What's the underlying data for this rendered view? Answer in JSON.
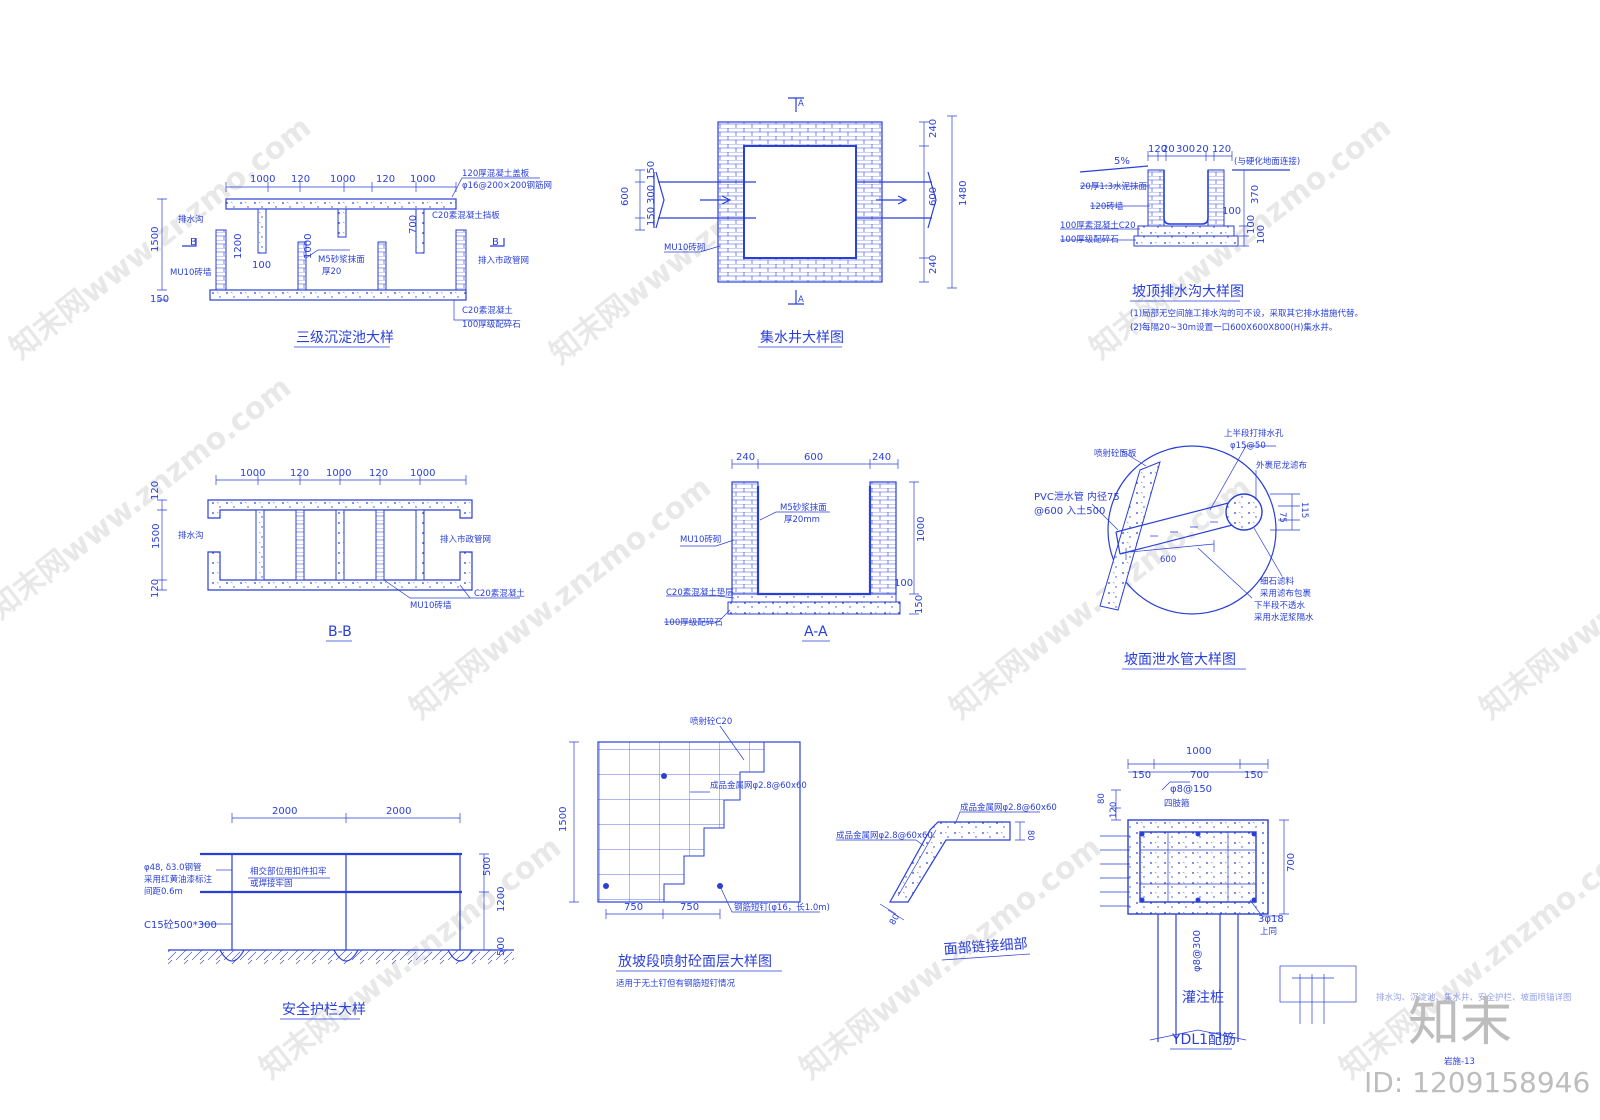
{
  "sheet_no": "岩施-13",
  "watermark": {
    "text": "知末网www.znzmo.com",
    "logo": "知末",
    "id_text": "ID: 1209158946"
  },
  "partial_note": "排水沟、沉淀池、集水井、安全护栏、坡面喷锚详图",
  "details": {
    "tank_plan": {
      "title": "三级沉淀池大样",
      "dims": [
        "1000",
        "120",
        "1000",
        "120",
        "1000",
        "1500",
        "150",
        "1200",
        "100",
        "1000",
        "700"
      ],
      "labels": [
        "120厚混凝土盖板",
        "φ16@200×200钢筋网",
        "C20素混凝土挡板",
        "排水沟",
        "M5砂浆抹面",
        "厚20",
        "MU10砖墙",
        "排入市政管网",
        "C20素混凝土",
        "100厚级配碎石"
      ],
      "markers": [
        "B",
        "B"
      ]
    },
    "tank_section": {
      "title": "B-B",
      "dims": [
        "1000",
        "120",
        "1000",
        "120",
        "1000",
        "120",
        "1500",
        "120"
      ],
      "labels": [
        "排水沟",
        "排入市政管网",
        "MU10砖墙",
        "C20素混凝土"
      ]
    },
    "well_plan": {
      "title": "集水井大样图",
      "dims": [
        "150",
        "300",
        "150",
        "600",
        "240",
        "600",
        "1480",
        "240"
      ],
      "labels": [
        "MU10砖砌"
      ],
      "markers": [
        "A",
        "A"
      ]
    },
    "well_section": {
      "title": "A-A",
      "dims": [
        "240",
        "600",
        "240",
        "1000",
        "100",
        "150"
      ],
      "labels": [
        "M5砂浆抹面",
        "厚20mm",
        "MU10砖砌",
        "C20素混凝土垫层",
        "100厚级配碎石"
      ]
    },
    "ditch": {
      "title": "坡顶排水沟大样图",
      "dims": [
        "120",
        "20",
        "300",
        "20",
        "120",
        "5%",
        "370",
        "100",
        "100",
        "100"
      ],
      "labels": [
        "(与硬化地面连接)",
        "20厚1:3水泥抹面",
        "120砖墙",
        "100厚素混凝土C20",
        "100厚级配碎石"
      ],
      "notes": [
        "(1)局部无空间施工排水沟的可不设，采取其它排水措施代替。",
        "(2)每隔20~30m设置一口600X600X800(H)集水井。"
      ]
    },
    "drain_pipe": {
      "title": "坡面泄水管大样图",
      "labels": [
        "上半段打排水孔",
        "φ15@50",
        "喷射砼面板",
        "PVC泄水管 内径75",
        "@600 入土500",
        "外裹尼龙滤布",
        "细石滤料",
        "采用滤布包裹",
        "下半段不透水",
        "采用水泥浆隔水"
      ],
      "dims": [
        "115",
        "75",
        "600"
      ]
    },
    "railing": {
      "title": "安全护栏大样",
      "dims": [
        "2000",
        "2000",
        "500",
        "1200",
        "500"
      ],
      "labels": [
        "φ48, δ3.0钢管",
        "采用红黄油漆标注",
        "间距0.6m",
        "相交部位用扣件扣牢",
        "或焊接牢固",
        "C15砼500*300"
      ]
    },
    "shotcrete": {
      "title": "放坡段喷射砼面层大样图",
      "subtitle": "适用于无土钉但有钢筋短钉情况",
      "dims": [
        "1500",
        "750",
        "750"
      ],
      "labels": [
        "喷射砼C20",
        "成品金属网φ2.8@60x60",
        "钢筋短钉(φ16，长1.0m)"
      ]
    },
    "joint": {
      "title": "面部链接细部",
      "dims": [
        "80",
        "80"
      ],
      "labels": [
        "成品金属网φ2.8@60x60",
        "成品金属网φ2.8@60x60"
      ]
    },
    "pile": {
      "title": "YDL1配筋",
      "dims": [
        "1000",
        "150",
        "700",
        "150",
        "80",
        "120",
        "700"
      ],
      "labels": [
        "φ8@150",
        "四肢箍",
        "3φ18",
        "上同",
        "φ8@300",
        "灌注桩"
      ]
    }
  }
}
